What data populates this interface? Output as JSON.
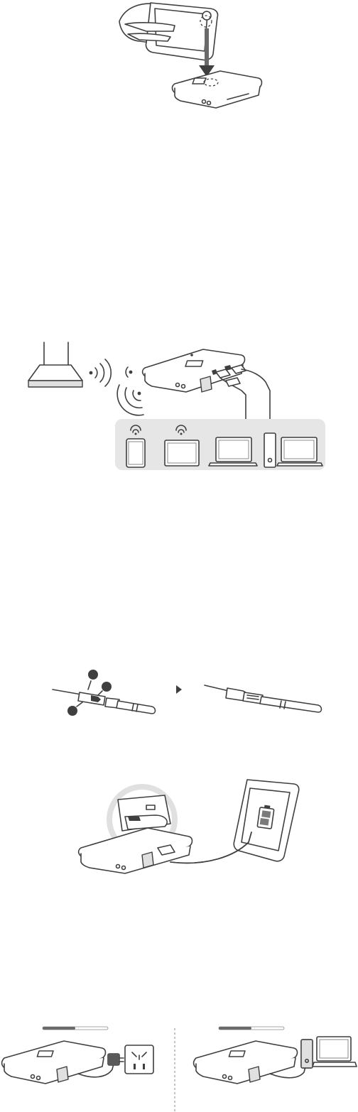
{
  "figures": [
    {
      "id": "nfc-pairing",
      "icon": "phone-tap-on-router-icon"
    },
    {
      "id": "network-connections",
      "icon": "router-network-diagram-icon"
    },
    {
      "id": "cable-assembly",
      "icon": "usb-cable-connector-icon"
    },
    {
      "id": "reverse-charging",
      "icon": "phone-charging-from-router-icon"
    },
    {
      "id": "charging-methods",
      "icon": "router-charging-options-icon"
    }
  ],
  "colors": {
    "line": "#3f3f3f",
    "panel": "#e6e6e6",
    "accent": "#8a8a8a"
  }
}
